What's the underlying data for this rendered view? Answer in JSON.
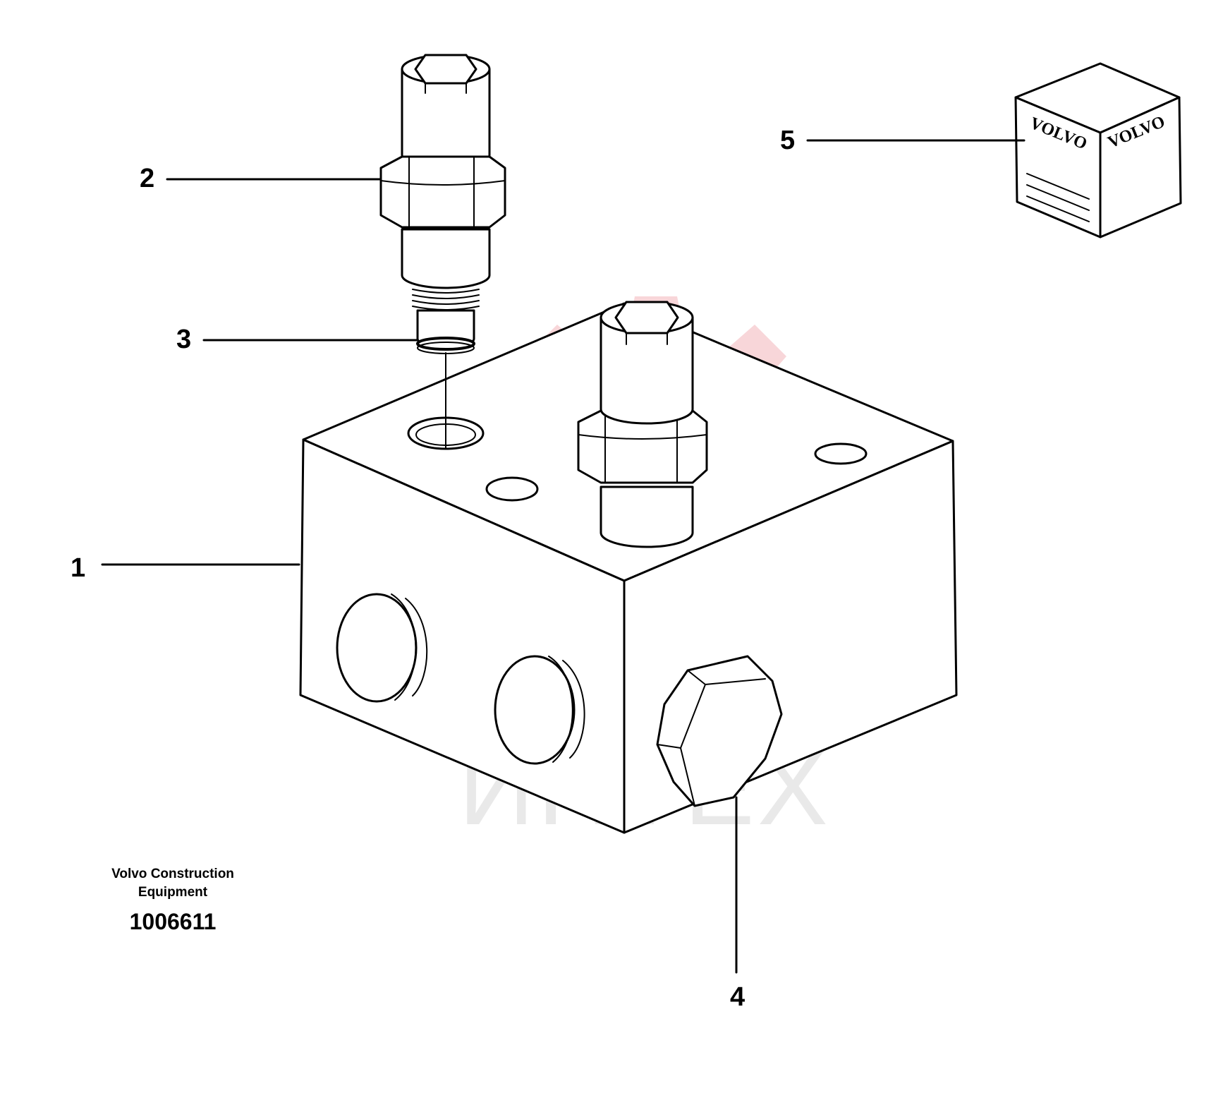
{
  "callouts": {
    "c1": "1",
    "c2": "2",
    "c3": "3",
    "c4": "4",
    "c5": "5"
  },
  "credit": {
    "maker": "Volvo Construction Equipment",
    "drawing_number": "1006611"
  },
  "kit_box": {
    "brand_left": "VOLVO",
    "brand_right": "VOLVO"
  },
  "watermark": {
    "text": "ИНТЕХ",
    "color": "#f6c9cc"
  }
}
